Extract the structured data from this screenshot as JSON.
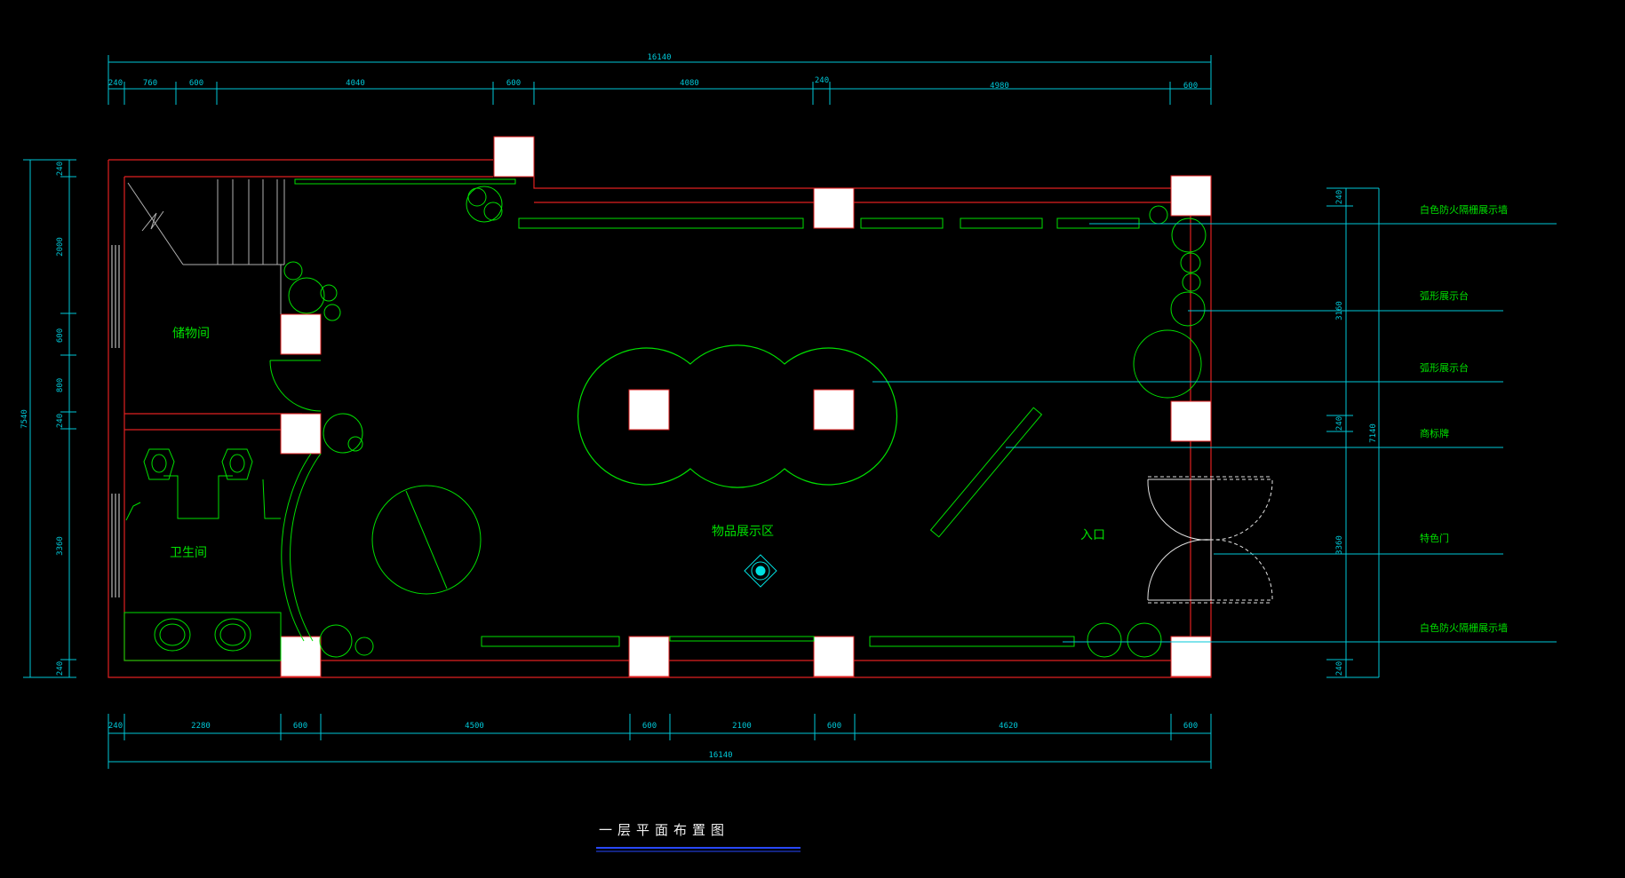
{
  "colors": {
    "background": "#000000",
    "wall": "#e02020",
    "furniture": "#00e000",
    "dimension": "#00c8d8",
    "column": "#ffffff",
    "title_underline": "#2848ff"
  },
  "plan": {
    "title": "一层平面布置图",
    "rooms": {
      "storage": "储物间",
      "restroom": "卫生间",
      "display_area": "物品展示区",
      "entrance": "入口"
    },
    "callouts": [
      "白色防火隔栅展示墙",
      "弧形展示台",
      "弧形展示台",
      "商标牌",
      "特色门",
      "白色防火隔栅展示墙"
    ],
    "top_dims": {
      "overall": "16140",
      "segments": [
        "240",
        "760",
        "600",
        "4040",
        "600",
        "4080",
        "240",
        "4980",
        "600"
      ]
    },
    "bottom_dims": {
      "overall": "16140",
      "segments": [
        "240",
        "2280",
        "600",
        "4500",
        "600",
        "2100",
        "600",
        "4620",
        "600"
      ]
    },
    "left_dims": {
      "overall": "7540",
      "segments": [
        "240",
        "2000",
        "600",
        "800",
        "240",
        "3360",
        "240"
      ]
    },
    "right_dims": {
      "overall": "7140",
      "segments": [
        "240",
        "3160",
        "240",
        "3360",
        "240"
      ]
    }
  }
}
